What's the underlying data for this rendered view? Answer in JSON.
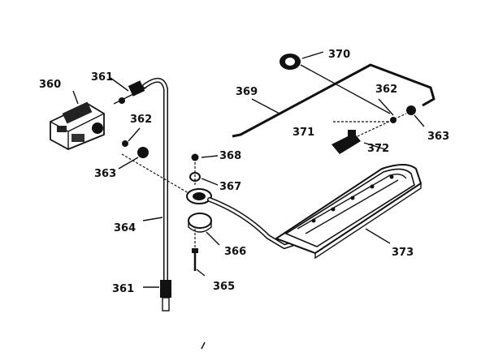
{
  "labels": {
    "l360": "360",
    "l361a": "361",
    "l361b": "361",
    "l362a": "362",
    "l362b": "362",
    "l363a": "363",
    "l363b": "363",
    "l364": "364",
    "l365": "365",
    "l366": "366",
    "l367": "367",
    "l368": "368",
    "l369": "369",
    "l370": "370",
    "l371": "371",
    "l372": "372",
    "l373": "373"
  }
}
